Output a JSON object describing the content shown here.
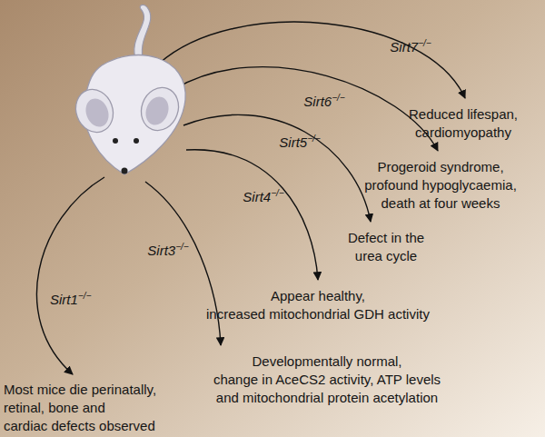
{
  "diagram": {
    "labels": [
      "Sirt7−/−",
      "Reduced lifespan, cardiomyopathy",
      "Sirt6−/−",
      "Progeroid syndrome, profound hypoglycaemia, death at four weeks",
      "Sirt5−/−",
      "Defect in the urea cycle",
      "Sirt4−/−",
      "Appear healthy, increased mitochondrial GDH activity",
      "Sirt3−/−",
      "Developmentally normal, change in AceCS2 activity, ATP levels and mitochondrial protein acetylation",
      "Sirt1−/−",
      "Most mice die perinatally, retinal, bone and cardiac defects observed"
    ]
  }
}
